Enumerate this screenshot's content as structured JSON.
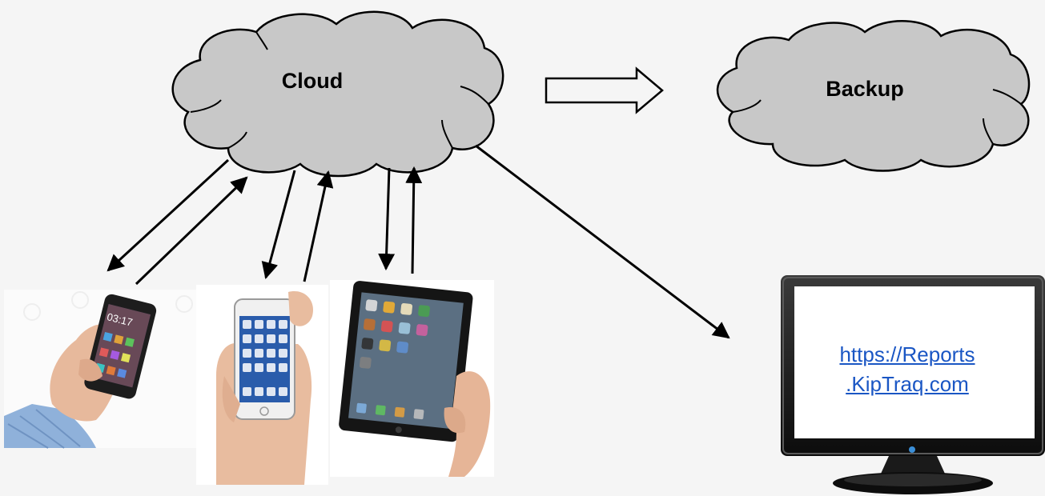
{
  "clouds": {
    "main_label": "Cloud",
    "backup_label": "Backup"
  },
  "reports_link": {
    "line1": "https://Reports",
    "line2": ".KipTraq.com"
  },
  "devices": [
    {
      "type": "smartphone-held-in-hand",
      "screen_time": "03:17"
    },
    {
      "type": "iphone-held-in-hand"
    },
    {
      "type": "ipad-held-in-hands"
    }
  ],
  "colors": {
    "background": "#f5f5f5",
    "cloud_fill": "#c8c8c8",
    "link": "#1a56c4"
  }
}
